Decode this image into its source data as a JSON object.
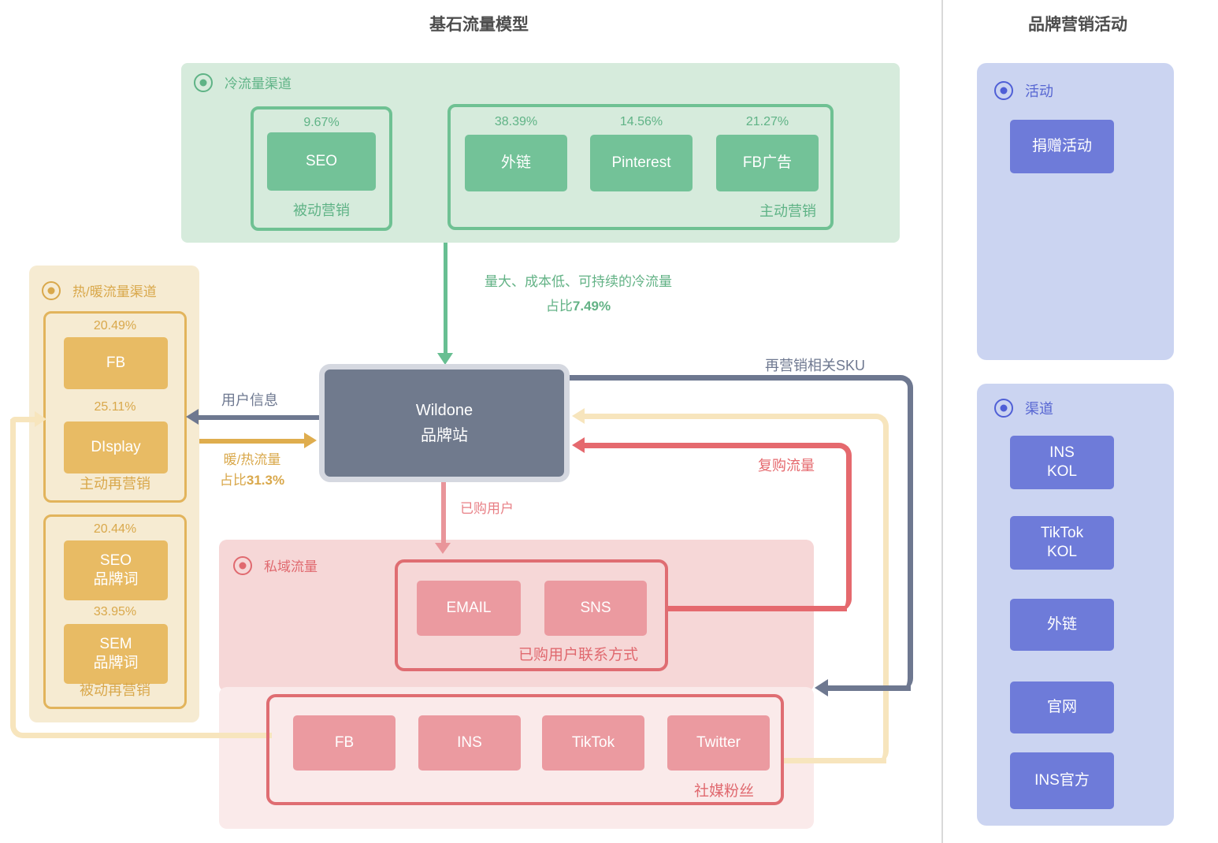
{
  "titles": {
    "main": "基石流量模型",
    "right": "品牌营销活动"
  },
  "cold": {
    "label": "冷流量渠道",
    "passive": {
      "label": "被动营销",
      "items": [
        {
          "name": "SEO",
          "pct": "9.67%"
        }
      ]
    },
    "active": {
      "label": "主动营销",
      "items": [
        {
          "name": "外链",
          "pct": "38.39%"
        },
        {
          "name": "Pinterest",
          "pct": "14.56%"
        },
        {
          "name": "FB广告",
          "pct": "21.27%"
        }
      ]
    }
  },
  "warm": {
    "label": "热/暖流量渠道",
    "active": {
      "label": "主动再营销",
      "items": [
        {
          "name": "FB",
          "pct": "20.49%"
        },
        {
          "name": "DIsplay",
          "pct": "25.11%"
        }
      ]
    },
    "passive": {
      "label": "被动再营销",
      "items": [
        {
          "name": "SEO\n品牌词",
          "pct": "20.44%"
        },
        {
          "name": "SEM\n品牌词",
          "pct": "33.95%"
        }
      ]
    }
  },
  "brand_site": {
    "name": "Wildone\n品牌站"
  },
  "private": {
    "label": "私域流量",
    "contacts": {
      "label": "已购用户联系方式",
      "items": [
        {
          "name": "EMAIL"
        },
        {
          "name": "SNS"
        }
      ]
    },
    "fans": {
      "label": "社媒粉丝",
      "items": [
        {
          "name": "FB"
        },
        {
          "name": "INS"
        },
        {
          "name": "TikTok"
        },
        {
          "name": "Twitter"
        }
      ]
    }
  },
  "flows": {
    "cold_in": {
      "line1": "量大、成本低、可持续的冷流量",
      "line2_prefix": "占比",
      "line2_value": "7.49%"
    },
    "user_info": "用户信息",
    "warm_in": {
      "line1": "暖/热流量",
      "line2_prefix": "占比",
      "line2_value": "31.3%"
    },
    "purchased": "已购用户",
    "repurchase": "复购流量",
    "remarketing_sku": "再营销相关SKU"
  },
  "campaign": {
    "activity": {
      "label": "活动",
      "items": [
        {
          "name": "捐赠活动"
        }
      ]
    },
    "channels": {
      "label": "渠道",
      "items": [
        {
          "name": "INS\nKOL"
        },
        {
          "name": "TikTok\nKOL"
        },
        {
          "name": "外链"
        },
        {
          "name": "官网"
        },
        {
          "name": "INS官方"
        }
      ]
    }
  },
  "colors": {
    "green": "#73c298",
    "green_bg": "#d6ebdc",
    "yellow": "#e8bb64",
    "yellow_bg": "#f6ebd2",
    "cream": "#f7e5bd",
    "red": "#e5696e",
    "pink_fill": "#eb9aa0",
    "pink_bg": "#f6d7d7",
    "slate": "#707a8d",
    "blue": "#6e7bd9",
    "blue_bg": "#cbd4f1"
  }
}
